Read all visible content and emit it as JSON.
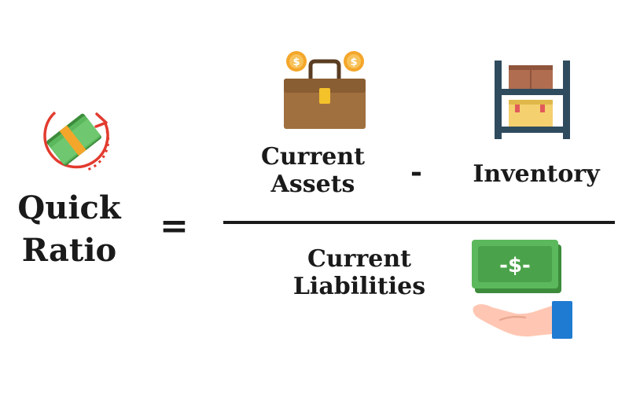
{
  "formula": {
    "title_line1": "Quick",
    "title_line2": "Ratio",
    "equals_sign": "=",
    "minus_sign": "-",
    "numerator_term1_line1": "Current",
    "numerator_term1_line2": "Assets",
    "numerator_term2": "Inventory",
    "denominator_line1": "Current",
    "denominator_line2": "Liabilities"
  },
  "icons": {
    "quick_ratio": "cash-refresh-icon",
    "current_assets": "briefcase-coins-icon",
    "inventory": "warehouse-shelf-icon",
    "current_liabilities": "hand-cash-icon",
    "banknote_symbol": "-$-",
    "coin_symbol": "$"
  },
  "colors": {
    "text": "#1a1a1a",
    "money_green": "#5cb85c",
    "money_dark_green": "#3c8c3c",
    "accent_orange": "#f4a62a",
    "arrow_red": "#e23b2e",
    "briefcase_brown": "#a0703f",
    "shelf_navy": "#2f4b5e",
    "hand_skin": "#ffc7b3",
    "cuff_blue": "#1f7ad1"
  }
}
